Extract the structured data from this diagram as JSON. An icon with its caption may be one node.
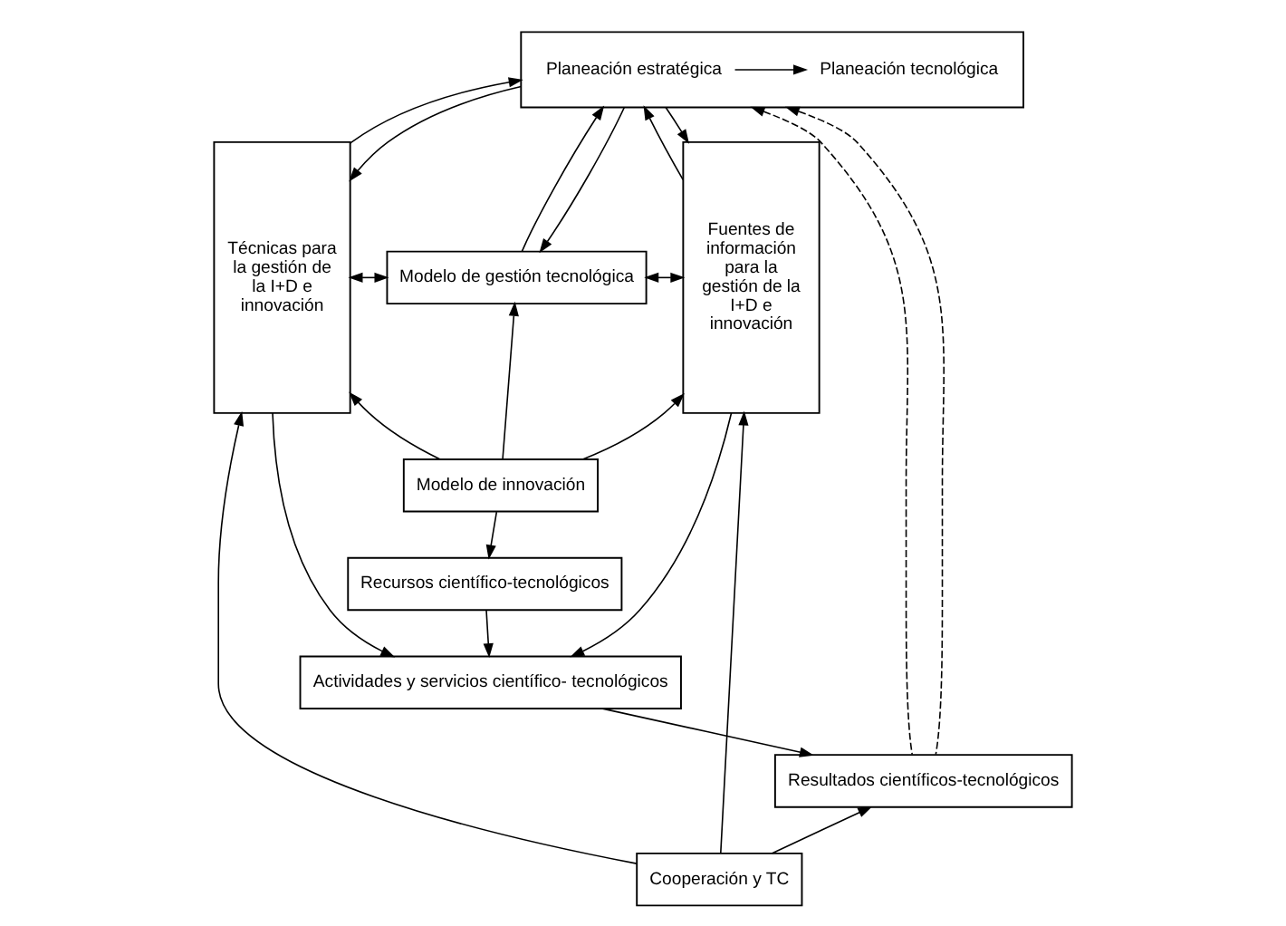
{
  "diagram": {
    "nodes": [
      {
        "text": [],
        "shape": "box"
      },
      {
        "text": [
          "Planeación estratégica"
        ],
        "in": 0
      },
      {
        "text": [
          "Planeación tecnológica"
        ],
        "in": 0
      },
      {
        "text": [
          "Técnicas para la gestión de la I+D e innovación"
        ]
      },
      {
        "text": [
          "Modelo de gestión tecnológica"
        ]
      },
      {
        "text": [
          "Fuentes de información para la gestión de la I+D e innovación"
        ]
      },
      {
        "text": [
          "Modelo de innovación"
        ]
      },
      {
        "text": [
          "Recursos científico-tecnológicos"
        ]
      },
      {
        "text": [
          "Actividades y servicios científico- tecnológicos"
        ]
      },
      {
        "text": [
          "Resultados científicos-tecnológicos"
        ]
      },
      {
        "text": [
          "Cooperación y TC"
        ]
      }
    ],
    "edges": [
      {
        "from": 1,
        "to": 2,
        "arrow": "to"
      },
      {
        "from": 3,
        "to": 0,
        "arrow": "to"
      },
      {
        "from": 0,
        "to": 3,
        "arrow": "to"
      },
      {
        "from": 9,
        "to": 0,
        "arrow": "to",
        "style": "dashed"
      },
      {
        "from": 4,
        "to": 0,
        "arrow": "to"
      },
      {
        "from": 0,
        "to": 4,
        "arrow": "to"
      },
      {
        "from": 9,
        "to": 0,
        "arrow": "to",
        "style": "dashed"
      },
      {
        "from": 5,
        "to": 0,
        "arrow": "to"
      },
      {
        "from": 0,
        "to": 5,
        "arrow": "to"
      },
      {
        "from": 3,
        "to": 4,
        "arrow": "both"
      },
      {
        "from": 4,
        "to": 5,
        "arrow": "both"
      },
      {
        "from": 6,
        "to": 3,
        "arrow": "to"
      },
      {
        "from": 6,
        "to": 5,
        "arrow": "to"
      },
      {
        "from": 6,
        "to": 4,
        "arrow": "to"
      },
      {
        "from": 6,
        "to": 7,
        "arrow": "to"
      },
      {
        "from": 3,
        "to": 8,
        "arrow": "to"
      },
      {
        "from": 5,
        "to": 8,
        "arrow": "to"
      },
      {
        "from": 7,
        "to": 8,
        "arrow": "to"
      },
      {
        "from": 8,
        "to": 9,
        "arrow": "to"
      },
      {
        "from": 10,
        "to": 9,
        "arrow": "to"
      },
      {
        "from": 10,
        "to": 3,
        "arrow": "to"
      },
      {
        "from": 10,
        "to": 5,
        "arrow": "to"
      }
    ]
  }
}
